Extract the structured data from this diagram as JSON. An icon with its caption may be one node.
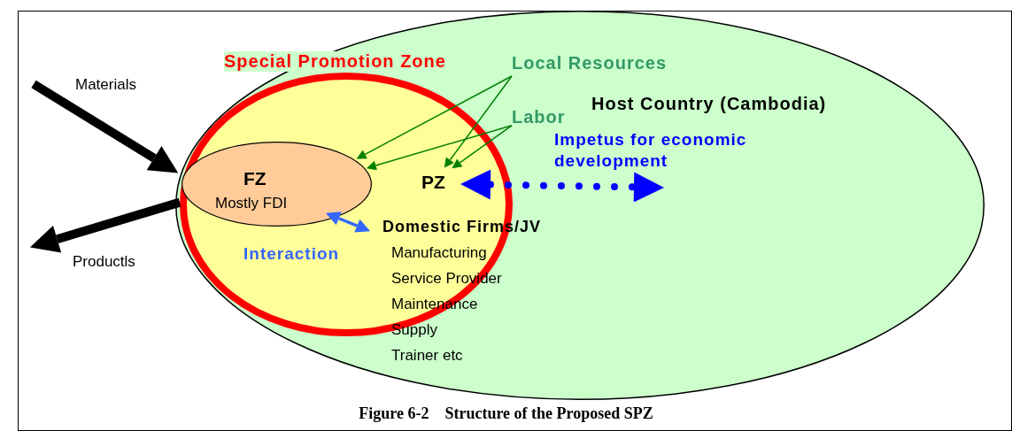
{
  "diagram": {
    "caption": "Figure 6-2    Structure of the Proposed SPZ",
    "nodes": [
      {
        "text": [
          "Host Country (Cambodia)"
        ]
      },
      {
        "text": [
          "Special Promotion Zone"
        ],
        "in": 0
      },
      {
        "text": [
          "FZ",
          "Mostly FDI"
        ],
        "in": 1
      },
      {
        "text": [
          "PZ"
        ],
        "in": 1
      },
      {
        "text": [
          "Domestic Firms/JV",
          "Manufacturing",
          "Service Provider",
          "Maintenance",
          "Supply",
          "Trainer etc"
        ],
        "in": 0
      },
      {
        "text": [
          "Local Resources"
        ],
        "in": 0
      },
      {
        "text": [
          "Labor"
        ],
        "in": 0
      }
    ],
    "edges": [
      {
        "from": null,
        "to": 1,
        "arrow": "to",
        "style": "thick",
        "color": "#000000"
      },
      {
        "from": 1,
        "to": null,
        "arrow": "to",
        "style": "thick",
        "color": "#000000"
      },
      {
        "from": 5,
        "to": 2,
        "arrow": "to",
        "color": "#008000"
      },
      {
        "from": 5,
        "to": 3,
        "arrow": "to",
        "color": "#008000"
      },
      {
        "from": 6,
        "to": 2,
        "arrow": "to",
        "color": "#008000"
      },
      {
        "from": 6,
        "to": 3,
        "arrow": "to",
        "color": "#008000"
      },
      {
        "from": 2,
        "to": 4,
        "arrow": "both",
        "label": "Interaction",
        "style": "thick",
        "color": "#3366ff"
      },
      {
        "from": 3,
        "to": null,
        "arrow": "both",
        "style": "dashed",
        "label": "Impetus for economic development",
        "color": "#0000ff"
      }
    ],
    "labels": [
      "Materials",
      "Productls"
    ]
  }
}
